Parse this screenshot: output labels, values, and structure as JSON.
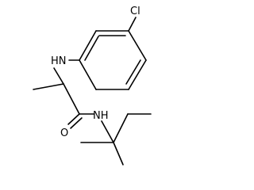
{
  "labels": {
    "chlorine": "Cl",
    "amine": "HN",
    "amide_nitrogen": "NH",
    "oxygen": "O"
  },
  "colors": {
    "bond": "#000000",
    "text": "#000000",
    "background": "#ffffff"
  }
}
